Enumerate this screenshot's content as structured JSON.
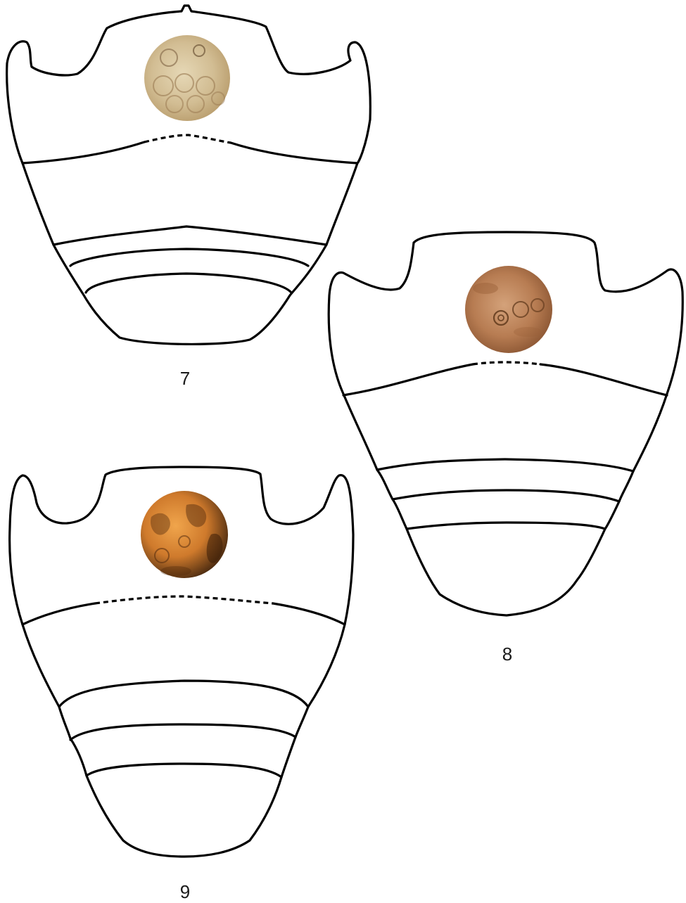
{
  "figures": [
    {
      "label": "7",
      "micrograph_icon": "photomicrograph-pale-beige",
      "micrograph_colors": [
        "#d9c8a2",
        "#b89c6c"
      ]
    },
    {
      "label": "8",
      "micrograph_icon": "photomicrograph-brown",
      "micrograph_colors": [
        "#c08a5c",
        "#7a4a2a"
      ]
    },
    {
      "label": "9",
      "micrograph_icon": "photomicrograph-orange",
      "micrograph_colors": [
        "#d98a3a",
        "#5a3010"
      ]
    }
  ],
  "colors": {
    "line": "#000000",
    "background": "#ffffff"
  }
}
